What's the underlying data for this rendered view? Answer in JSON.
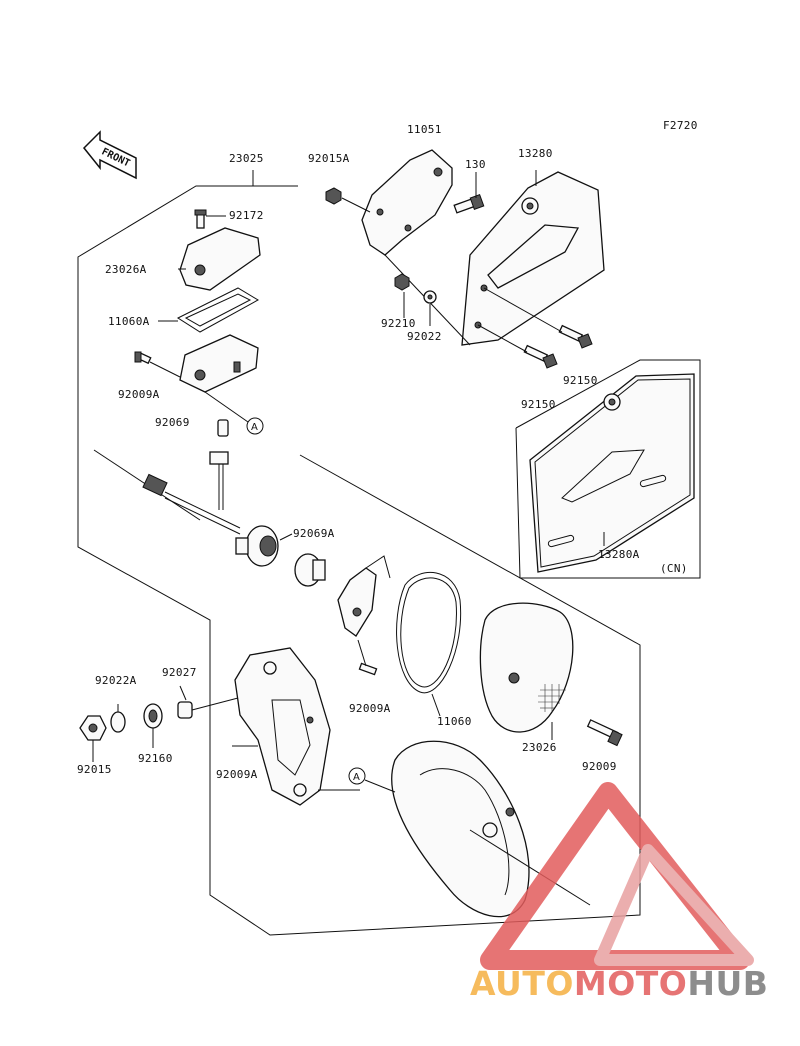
{
  "diagram_code": "F2720",
  "front_label": "FRONT",
  "callout_marker": "A",
  "labels": {
    "p23025": "23025",
    "p92015A": "92015A",
    "p11051": "11051",
    "p130": "130",
    "p13280": "13280",
    "p92172": "92172",
    "p23026A": "23026A",
    "p11060A": "11060A",
    "p92009A_top": "92009A",
    "p92069": "92069",
    "p92210": "92210",
    "p92022": "92022",
    "p92150_a": "92150",
    "p92150_b": "92150",
    "p92069A": "92069A",
    "p13280A": "13280A",
    "p13280A_note": "(CN)",
    "p92022A": "92022A",
    "p92027": "92027",
    "p92015": "92015",
    "p92160": "92160",
    "p92009A_mid": "92009A",
    "p92009A_bottom": "92009A",
    "p11060": "11060",
    "p23026": "23026",
    "p92009": "92009"
  },
  "watermark": {
    "part1": "AUTO",
    "part2": "MOTO",
    "part3": "HUB",
    "color_orange": "#f5b041",
    "color_red": "#e25c5c",
    "color_gray": "#7a7a7a"
  }
}
